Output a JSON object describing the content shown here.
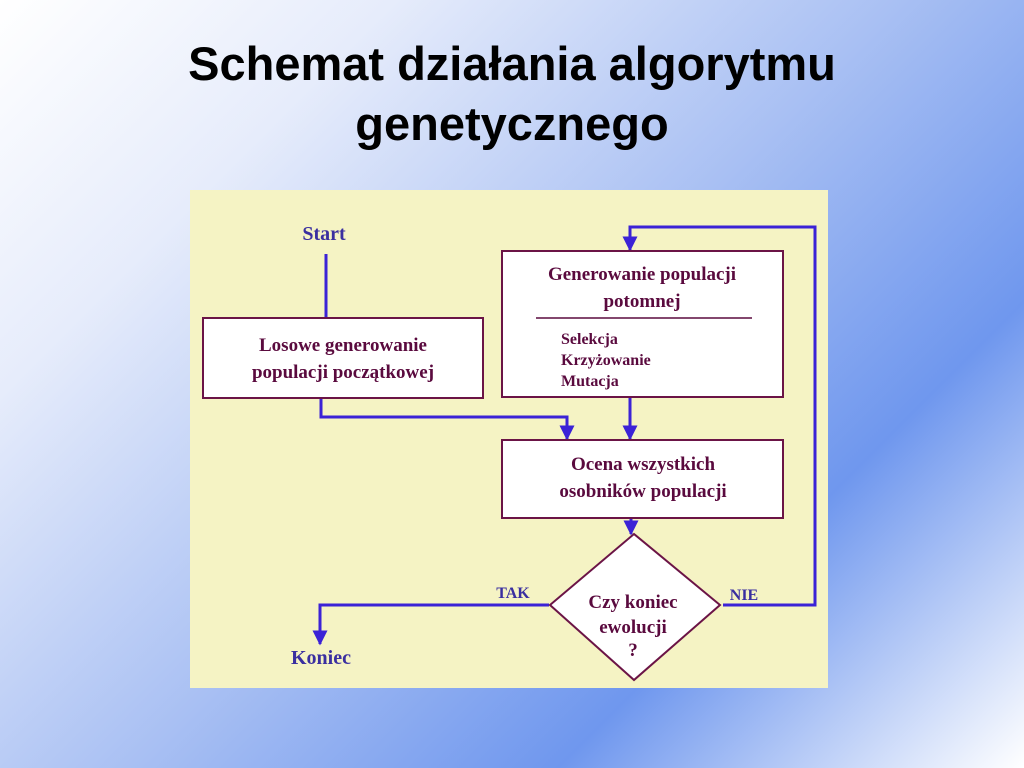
{
  "slide": {
    "title_line1": "Schemat działania algorytmu",
    "title_line2": "genetycznego"
  },
  "diagram": {
    "start": "Start",
    "init_line1": "Losowe generowanie",
    "init_line2": "populacji początkowej",
    "gen_line1": "Generowanie populacji",
    "gen_line2": "potomnej",
    "gen_ops": [
      "Selekcja",
      "Krzyżowanie",
      "Mutacja"
    ],
    "eval_line1": "Ocena wszystkich",
    "eval_line2": "osobników populacji",
    "decision_line1": "Czy koniec",
    "decision_line2": "ewolucji",
    "decision_line3": "?",
    "yes_label": "TAK",
    "no_label": "NIE",
    "end": "Koniec"
  },
  "colors": {
    "panel_bg": "#f5f3c4",
    "line": "#3b22d6",
    "box_border": "#6b1446",
    "text": "#5a0a3e",
    "flow_text": "#3a2fa0"
  }
}
